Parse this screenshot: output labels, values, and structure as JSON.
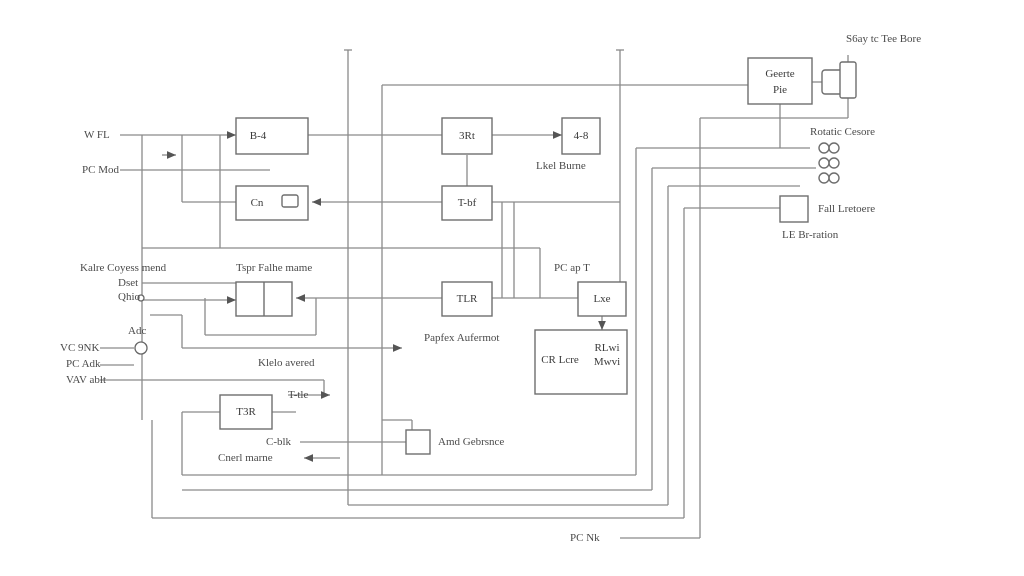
{
  "diagram": {
    "inputs": {
      "in_1": "W FL",
      "in_2": "PC Mod",
      "in_3": "VC 9NK",
      "in_4": "PC Adk",
      "in_5": "VAV ablt"
    },
    "labels_left": {
      "control_group": "Kalre Coyess mend",
      "opt_1": "Dset",
      "opt_2": "Qhio",
      "adc": "Adc"
    },
    "blocks": {
      "b1": "B-4",
      "b2": "Cn",
      "b3": "3Rt",
      "b4": "4-8",
      "b5": "T-bf",
      "b6": "TLR",
      "b7": "Lxe",
      "b8_line1": "CR Lcre",
      "b8_line2": "RLwi",
      "b8_line3": "Mwvi",
      "b9": "T3R",
      "top_right_line1": "Geerte",
      "top_right_line2": "Pie"
    },
    "labels_mid": {
      "under_b4": "Lkel Burne",
      "twin_block": "Tspr Falhe mame",
      "above_b7": "PC ap T",
      "under_b6": "Papfex Aufermot",
      "kelo": "Klelo avered",
      "tde": "T-tle",
      "clok": "C-blk",
      "cnertl": "Cnerl marne",
      "amd": "Amd Gebrsnce"
    },
    "labels_right": {
      "top_right": "S6ay tc Tee Bore",
      "rotatic": "Rotatic Cesore",
      "fall": "Fall Lretoere",
      "le_br": "LE Br-ration"
    },
    "labels_bottom": {
      "pc_nk": "PC Nk"
    }
  }
}
